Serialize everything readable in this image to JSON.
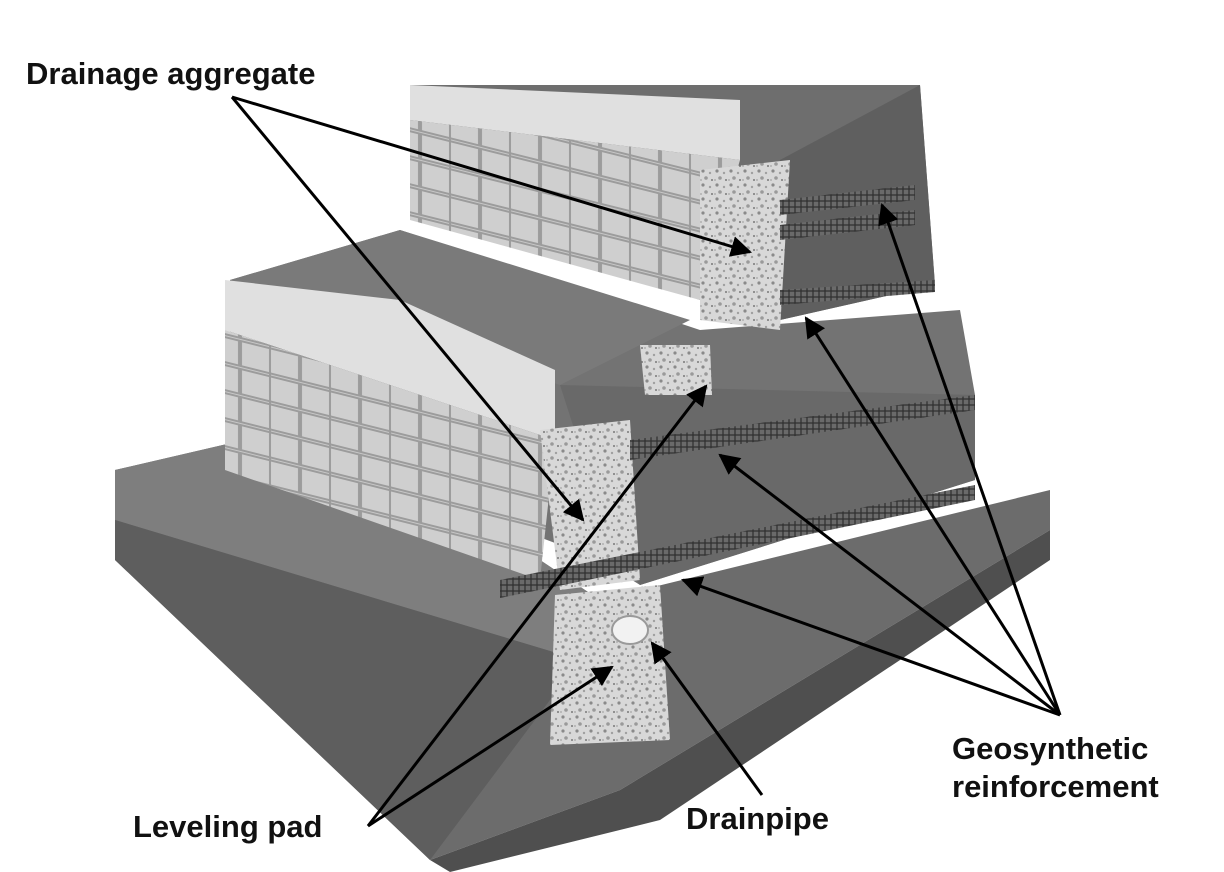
{
  "labels": {
    "drainage_aggregate": "Drainage aggregate",
    "geosynthetic_line1": "Geosynthetic",
    "geosynthetic_line2": "reinforcement",
    "leveling_pad": "Leveling pad",
    "drainpipe": "Drainpipe"
  },
  "colors": {
    "background": "#ffffff",
    "soil_light": "#7b7b7b",
    "soil_dark": "#5a5a5a",
    "block_face": "#c4c4c4",
    "block_top": "#e2e2e2",
    "aggregate": "#d6d6d6",
    "grid": "#3a3a3a",
    "text": "#111111"
  }
}
